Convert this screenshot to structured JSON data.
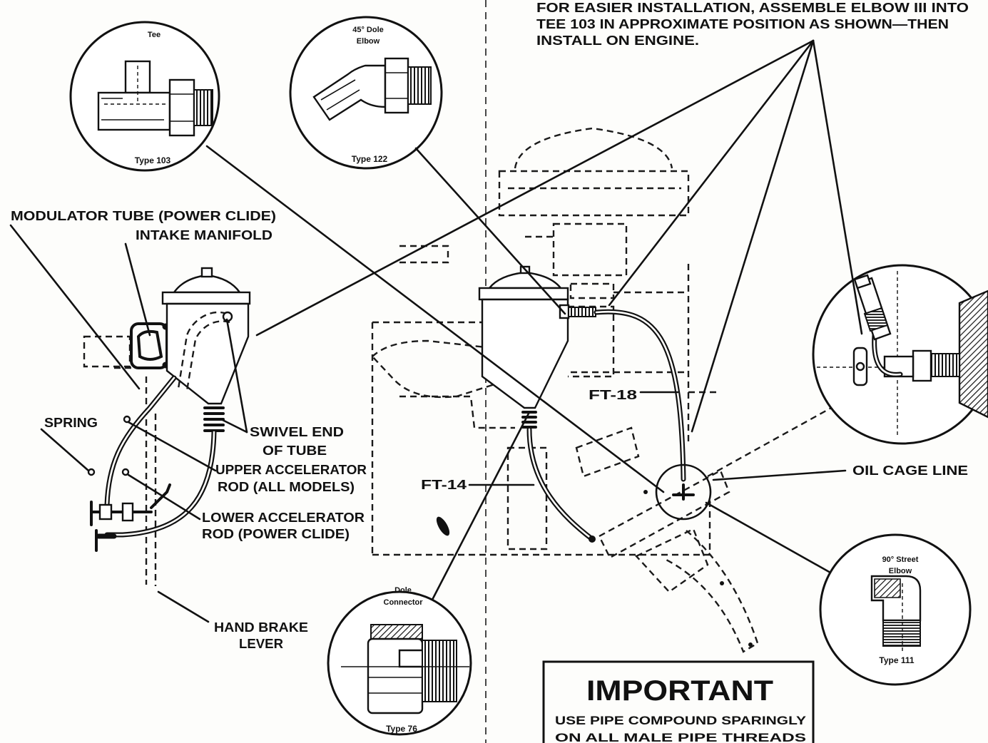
{
  "instruction_note": {
    "lines": [
      "FOR EASIER INSTALLATION, ASSEMBLE ELBOW III INTO",
      "TEE 103 IN APPROXIMATE POSITION AS SHOWN—THEN",
      "INSTALL ON ENGINE."
    ]
  },
  "fittings": {
    "tee": {
      "name": "Tee",
      "type": "Type 103"
    },
    "dole_elbow_45": {
      "name_line1": "45° Dole",
      "name_line2": "Elbow",
      "type": "Type 122"
    },
    "street_elbow_90": {
      "name_line1": "90° Street",
      "name_line2": "Elbow",
      "type": "Type 111"
    },
    "dole_connector": {
      "name_line1": "Dole",
      "name_line2": "Connector",
      "type": "Type 76"
    }
  },
  "labels": {
    "modulator_tube": "MODULATOR TUBE (POWER CLIDE)",
    "intake_manifold": "INTAKE MANIFOLD",
    "spring": "SPRING",
    "swivel_end": [
      "SWIVEL END",
      "OF TUBE"
    ],
    "upper_accelerator_rod": [
      "UPPER ACCELERATOR",
      "ROD (ALL MODELS)"
    ],
    "lower_accelerator_rod": [
      "LOWER ACCELERATOR",
      "ROD (POWER CLIDE)"
    ],
    "hand_brake_lever": [
      "HAND BRAKE",
      "LEVER"
    ],
    "ft18": "FT-18",
    "ft14": "FT-14",
    "oil_gage_line": "OIL CAGE LINE"
  },
  "important_box": {
    "heading": "IMPORTANT",
    "lines": [
      "USE PIPE COMPOUND SPARINGLY",
      "ON ALL MALE PIPE THREADS"
    ]
  }
}
